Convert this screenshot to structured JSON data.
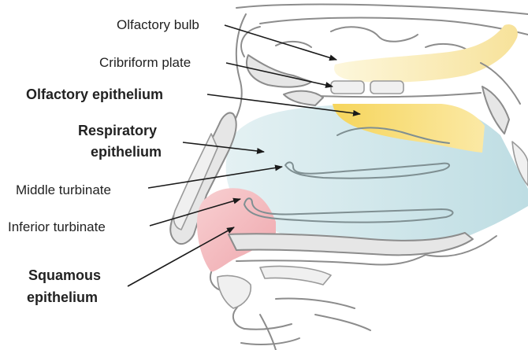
{
  "labels": {
    "olfactory_bulb": "Olfactory bulb",
    "cribriform_plate": "Cribriform plate",
    "olfactory_epithelium": "Olfactory epithelium",
    "respiratory_epithelium_line1": "Respiratory",
    "respiratory_epithelium_line2": "epithelium",
    "middle_turbinate": "Middle turbinate",
    "inferior_turbinate": "Inferior turbinate",
    "squamous_epithelium_line1": "Squamous",
    "squamous_epithelium_line2": "epithelium"
  },
  "colors": {
    "respiratory_region": "#cfe6ea",
    "olfactory_region": "#f7dc6f",
    "olfactory_bulb": "#fbf1c2",
    "squamous_region": "#f3b9bd",
    "bone": "#e6e6e6",
    "outline": "#8c8c8c",
    "text": "#222222"
  }
}
